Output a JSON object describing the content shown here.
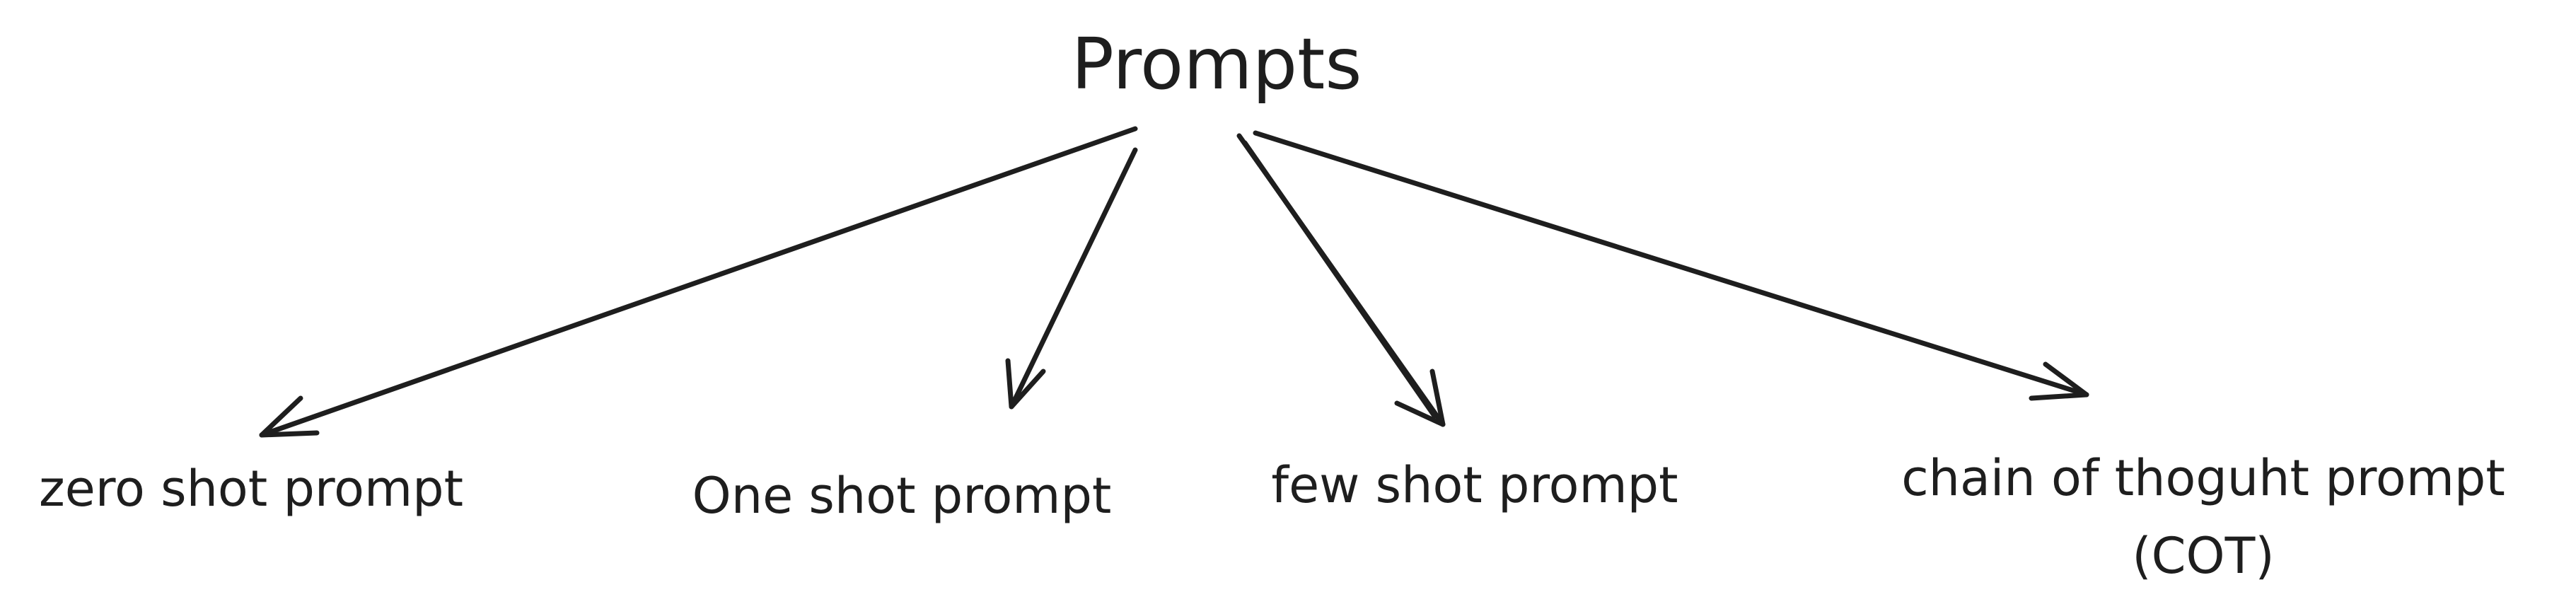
{
  "diagram": {
    "root": {
      "label": "Prompts"
    },
    "children": [
      {
        "label_lines": [
          "zero shot prompt"
        ]
      },
      {
        "label_lines": [
          "One shot prompt"
        ]
      },
      {
        "label_lines": [
          "few shot prompt"
        ]
      },
      {
        "label_lines": [
          "chain of thoguht prompt",
          "(COT)"
        ]
      }
    ],
    "colors": {
      "ink": "#1e1e1e",
      "background": "#ffffff"
    }
  }
}
